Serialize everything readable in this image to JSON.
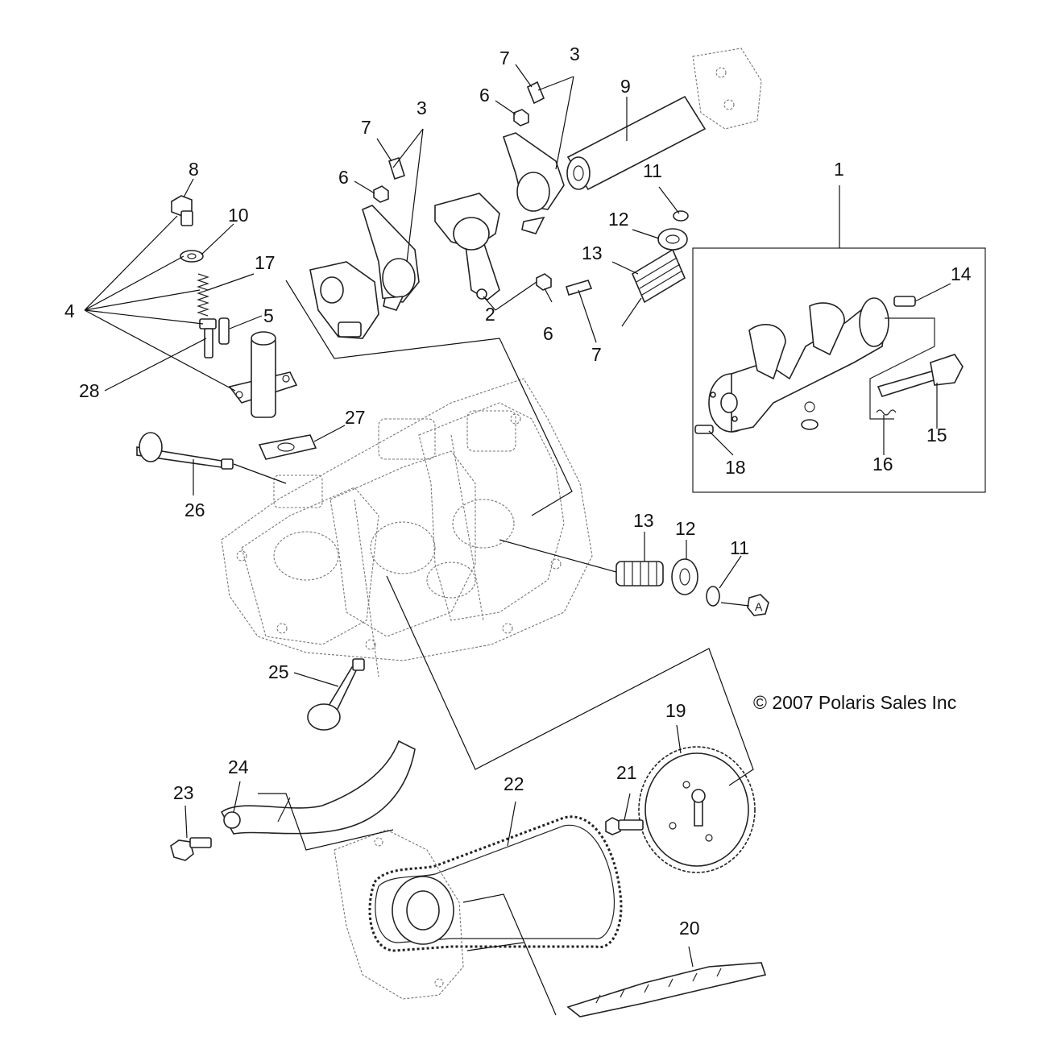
{
  "copyright": "© 2007 Polaris Sales Inc",
  "callouts": {
    "c1": "1",
    "c2": "2",
    "c3a": "3",
    "c3b": "3",
    "c4": "4",
    "c5": "5",
    "c6a": "6",
    "c6b": "6",
    "c6c": "6",
    "c7a": "7",
    "c7b": "7",
    "c7c": "7",
    "c8": "8",
    "c9": "9",
    "c10": "10",
    "c11a": "11",
    "c11b": "11",
    "c12a": "12",
    "c12b": "12",
    "c13a": "13",
    "c13b": "13",
    "c14": "14",
    "c15": "15",
    "c16": "16",
    "c17": "17",
    "c18": "18",
    "c19": "19",
    "c20": "20",
    "c21": "21",
    "c22": "22",
    "c23": "23",
    "c24": "24",
    "c25": "25",
    "c26": "26",
    "c27": "27",
    "c28": "28"
  },
  "marker": "A"
}
